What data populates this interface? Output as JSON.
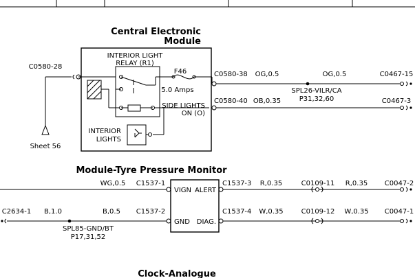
{
  "cem": {
    "title_line1": "Central Electronic",
    "title_line2": "Module",
    "relay_line1": "INTERIOR LIGHT",
    "relay_line2": "RELAY (R1)",
    "fuse": "F46",
    "amps": "5.0 Amps",
    "side_lights_line1": "SIDE LIGHTS",
    "side_lights_line2": "ON (O)",
    "interior_line1": "INTERIOR",
    "interior_line2": "LIGHTS",
    "left_connector": "C0580-28",
    "sheet_ref": "Sheet 56",
    "wire1": {
      "pin": "C0580-38",
      "code_left": "OG,0.5",
      "code_right": "OG,0.5",
      "splice": "SPL26-VILR/CA",
      "splice_ref": "P31,32,60",
      "dest": "C0467-15"
    },
    "wire2": {
      "pin": "C0580-40",
      "code": "OB,0.35",
      "dest": "C0467-3"
    }
  },
  "tpm": {
    "title": "Module-Tyre Pressure Monitor",
    "vign": "VIGN",
    "alert": "ALERT",
    "gnd": "GND",
    "diag": "DIAG.",
    "left1": {
      "code": "WG,0.5",
      "pin": "C1537-1"
    },
    "left2": {
      "far_conn": "C2634-1",
      "code_a": "B,1.0",
      "code_b": "B,0.5",
      "pin": "C1537-2",
      "splice": "SPL85-GND/BT",
      "splice_ref": "P17,31,52"
    },
    "right1": {
      "pin": "C1537-3",
      "code1": "R,0.35",
      "conn": "C0109-11",
      "code2": "R,0.35",
      "dest": "C0047-2"
    },
    "right2": {
      "pin": "C1537-4",
      "code1": "W,0.35",
      "conn": "C0109-12",
      "code2": "W,0.35",
      "dest": "C0047-1"
    }
  },
  "clock": {
    "title": "Clock-Analogue"
  }
}
